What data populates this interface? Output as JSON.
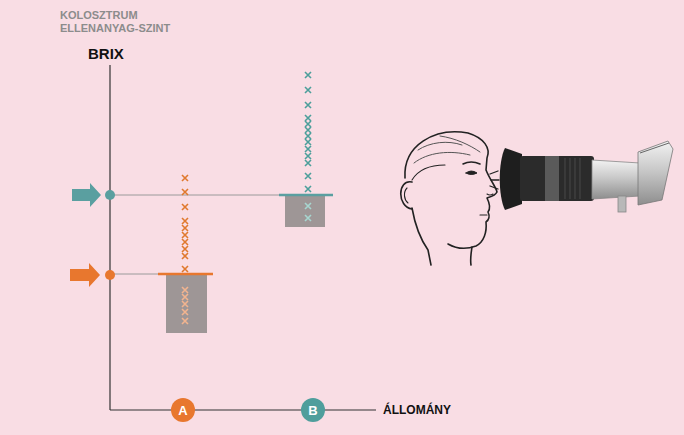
{
  "diagram": {
    "nodes": [
      {
        "text": [
          "A"
        ]
      },
      {
        "text": [
          "B"
        ]
      }
    ],
    "labels": [
      "KOLOSZTRUM ELLENANYAG-SZINT",
      "BRIX",
      "ÁLLOMÁNY"
    ]
  }
}
